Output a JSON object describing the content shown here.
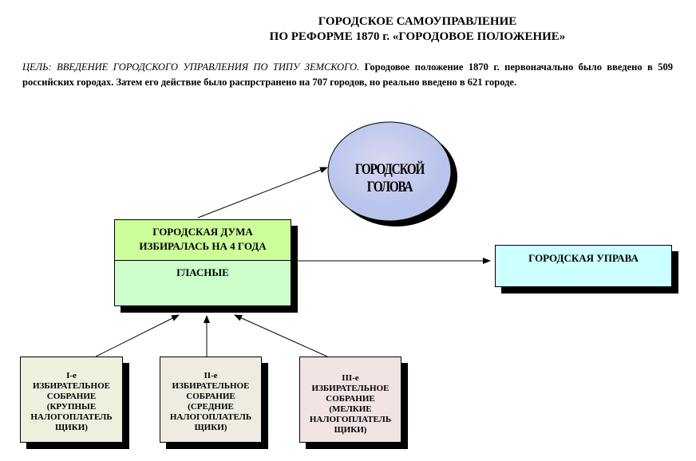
{
  "title": {
    "line1": "ГОРОДСКОЕ САМОУПРАВЛЕНИЕ",
    "line2": "ПО РЕФОРМЕ 1870 г. «ГОРОДОВОЕ ПОЛОЖЕНИЕ»"
  },
  "intro": {
    "goal": "ЦЕЛЬ: ВВЕДЕНИЕ ГОРОДСКОГО УПРАВЛЕНИЯ ПО ТИПУ ЗЕМСКОГО.",
    "text": "Городовое положение 1870 г. первоначально было введено в 509 российских городах. Затем его действие было распрстранено на 707 городов, но реально введено в 621 городе."
  },
  "head": "ГОРОДСКОЙ ГОЛОВА",
  "duma": {
    "line1": "ГОРОДСКАЯ ДУМА",
    "line2": "ИЗБИРАЛАСЬ НА 4 ГОДА",
    "members": "ГЛАСНЫЕ"
  },
  "uprava": "ГОРОДСКАЯ УПРАВА",
  "assemblies": [
    {
      "rank": "I-е",
      "l1": "ИЗБИРАТЕЛЬНОЕ",
      "l2": "СОБРАНИЕ",
      "l3": "(КРУПНЫЕ",
      "l4": "НАЛОГОПЛАТЕЛЬ",
      "l5": "ЩИКИ)",
      "color": "#ebf1de"
    },
    {
      "rank": "II-е",
      "l1": "ИЗБИРАТЕЛЬНОЕ",
      "l2": "СОБРАНИЕ",
      "l3": "(СРЕДНИЕ",
      "l4": "НАЛОГОПЛАТЕЛЬ",
      "l5": "ЩИКИ)",
      "color": "#eeece1"
    },
    {
      "rank": "III-е",
      "l1": "ИЗБИРАТЕЛЬНОЕ",
      "l2": "СОБРАНИЕ",
      "l3": "(МЕЛКИЕ",
      "l4": "НАЛОГОПЛАТЕЛЬ",
      "l5": "ЩИКИ)",
      "color": "#f2e4e4"
    }
  ]
}
